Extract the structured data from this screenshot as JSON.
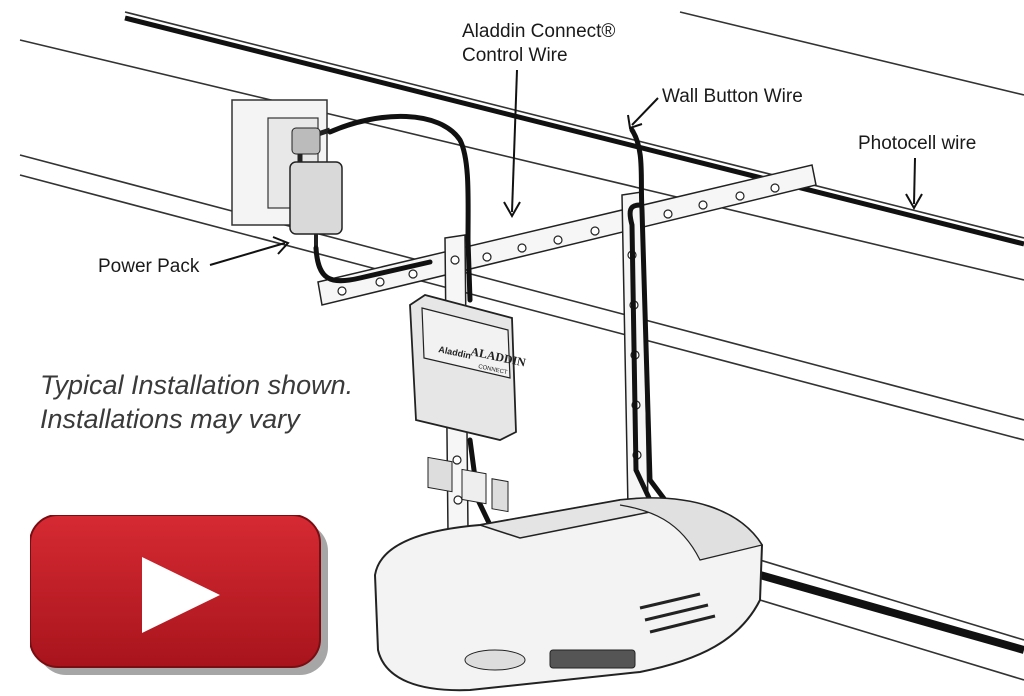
{
  "labels": {
    "control_wire_line1": "Aladdin Connect®",
    "control_wire_line2": "Control Wire",
    "wall_button_wire": "Wall Button Wire",
    "photocell_wire": "Photocell wire",
    "power_pack": "Power Pack"
  },
  "note": {
    "line1": "Typical Installation shown.",
    "line2": "Installations may vary"
  },
  "device": {
    "brand_badge": "Aladdin",
    "name": "ALADDIN",
    "sub": "CONNECT"
  },
  "play_button": {
    "color": "#c8202a",
    "icon": "play-icon"
  }
}
